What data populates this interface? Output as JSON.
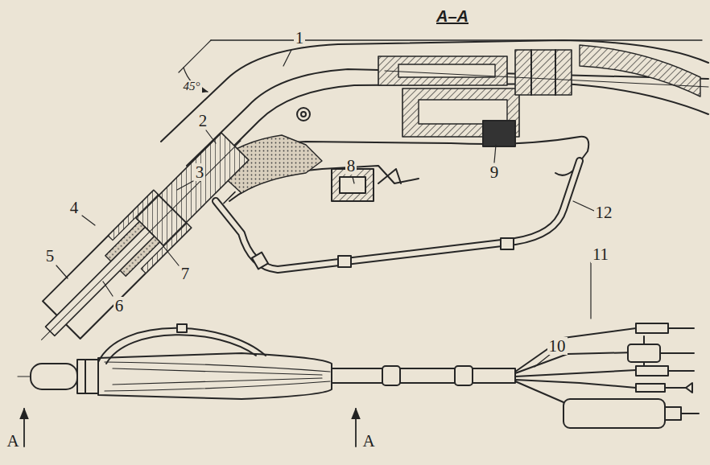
{
  "diagram": {
    "title": "A–A",
    "labels": [
      "45°",
      "1",
      "2",
      "3",
      "4",
      "5",
      "6",
      "7",
      "8",
      "9",
      "10",
      "11",
      "12",
      "A",
      "A"
    ]
  }
}
